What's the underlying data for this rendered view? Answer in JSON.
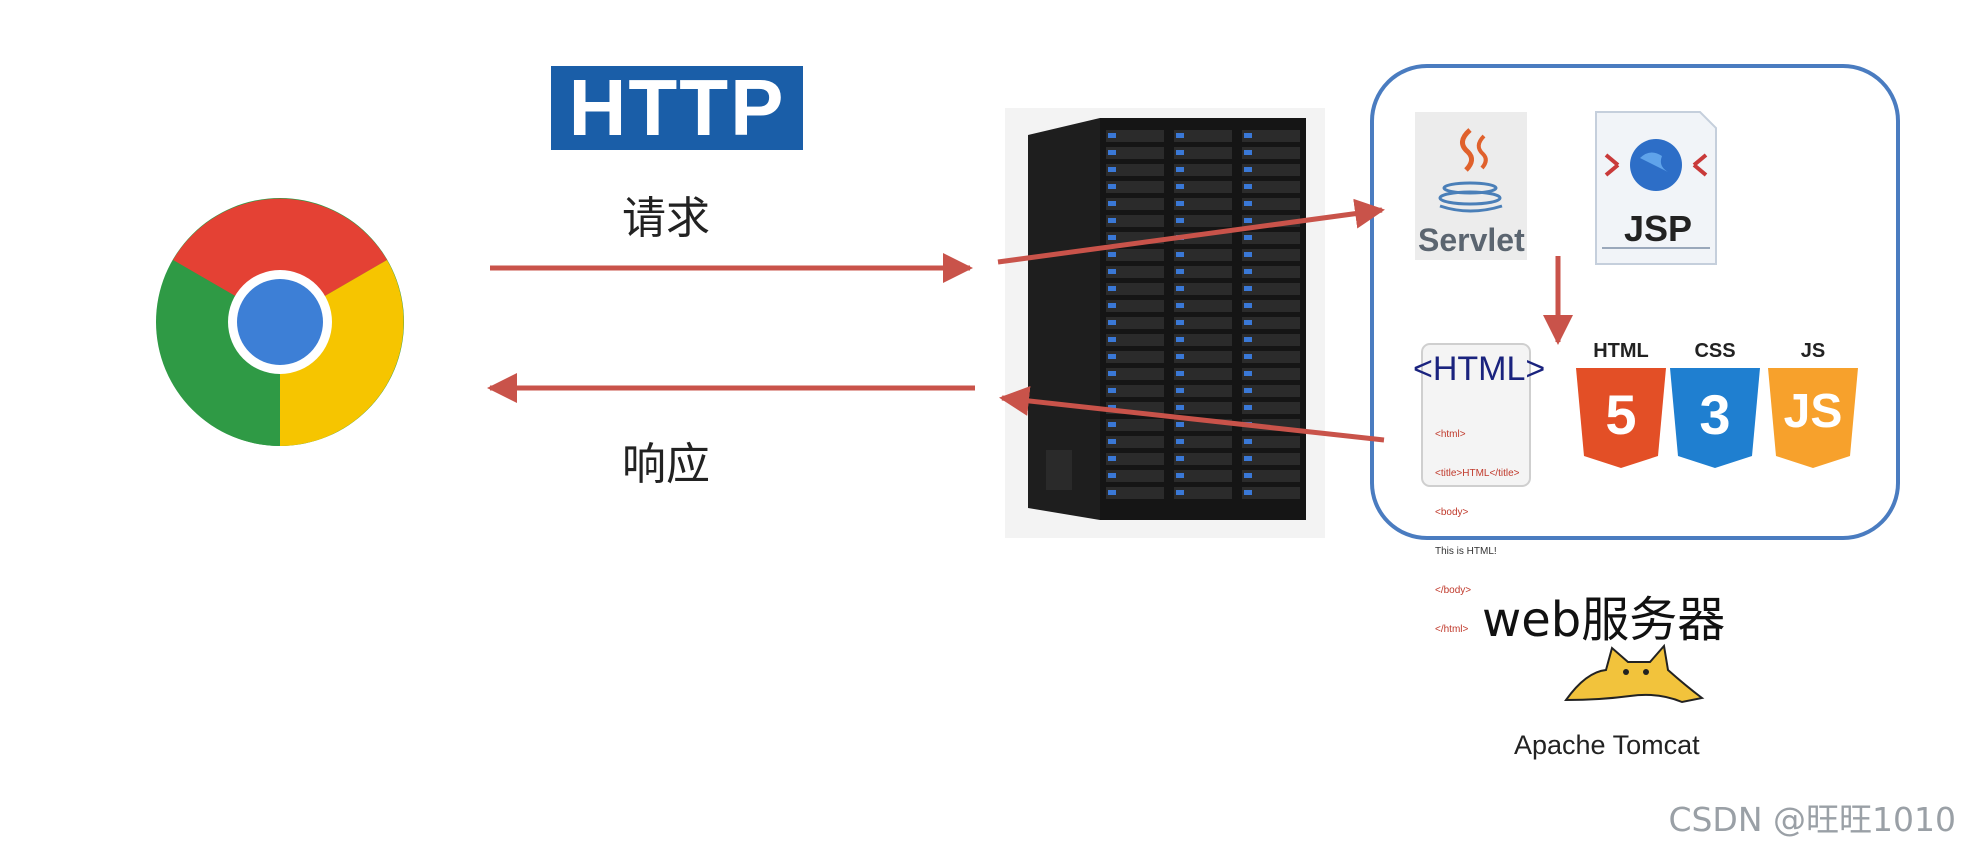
{
  "protocol": {
    "logo": "HTTP"
  },
  "arrows": {
    "request_label": "请求",
    "response_label": "响应"
  },
  "web_server": {
    "label": "web服务器",
    "servlet_label": "Servlet",
    "jsp_label": "JSP",
    "html_card": {
      "title": "<HTML>",
      "code_lines": [
        "<html>",
        "<title>HTML</title>",
        "<body>",
        "This is HTML!",
        "</body>",
        "</html>"
      ]
    },
    "badges": [
      {
        "title": "HTML",
        "num": "5",
        "color": "#e34f26"
      },
      {
        "title": "CSS",
        "num": "3",
        "color": "#1f7fd0"
      },
      {
        "title": "JS",
        "num": "JS",
        "color": "#f7a12c"
      }
    ],
    "tomcat": "Apache Tomcat"
  },
  "watermark": "CSDN @旺旺1010",
  "colors": {
    "arrow": "#c9534a",
    "frame": "#4a7cc0",
    "http_bg": "#1a5ea8"
  }
}
